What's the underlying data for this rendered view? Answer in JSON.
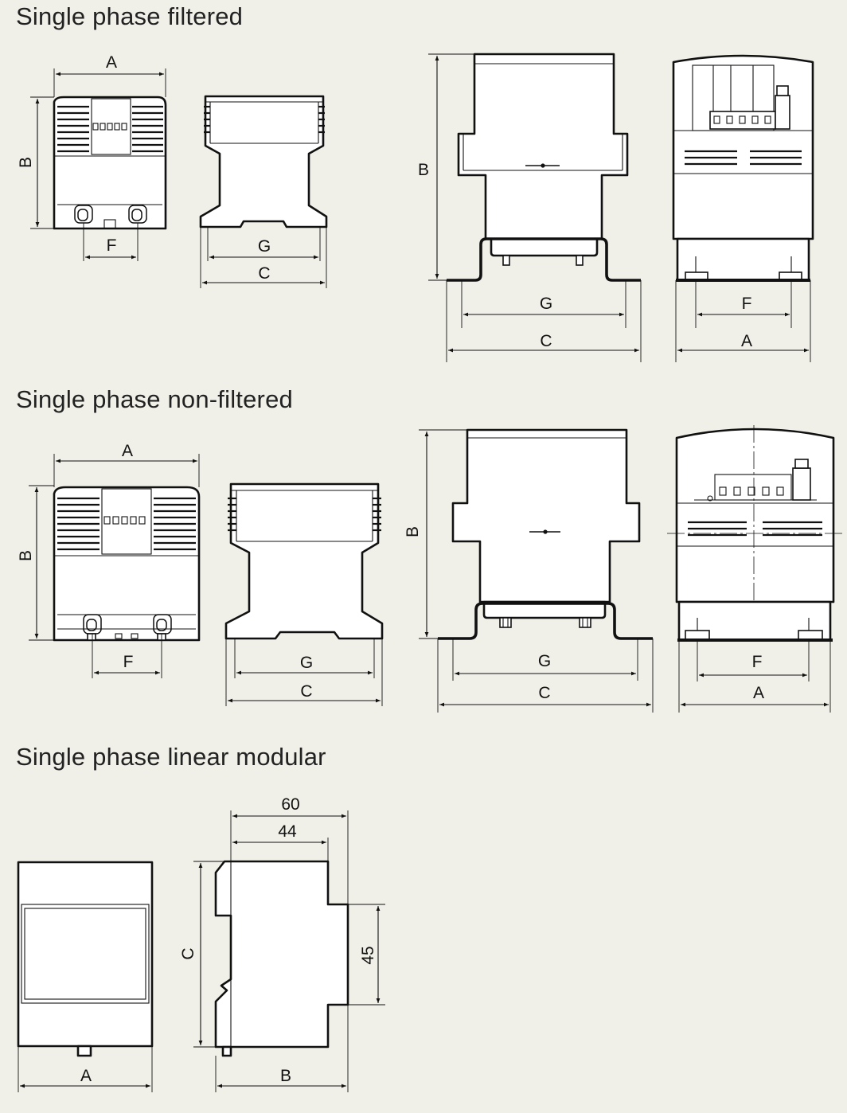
{
  "sections": [
    {
      "title": "Single phase filtered"
    },
    {
      "title": "Single phase non-filtered"
    },
    {
      "title": "Single phase linear modular"
    }
  ],
  "dimensions": {
    "filtered": {
      "small_front": {
        "width": "A",
        "height": "B",
        "hole_spacing": "F"
      },
      "small_side": {
        "inner": "G",
        "outer": "C"
      },
      "large_side": {
        "height": "B",
        "inner": "G",
        "outer": "C"
      },
      "large_front": {
        "hole_spacing": "F",
        "width": "A"
      }
    },
    "non_filtered": {
      "small_front": {
        "width": "A",
        "height": "B",
        "hole_spacing": "F"
      },
      "small_side": {
        "inner": "G",
        "outer": "C"
      },
      "large_side": {
        "height": "B",
        "inner": "G",
        "outer": "C"
      },
      "large_front": {
        "hole_spacing": "F",
        "width": "A"
      }
    },
    "modular": {
      "front_width": "A",
      "side_depth_total": "60",
      "side_depth_front": "44",
      "side_height": "C",
      "side_module_height": "45",
      "side_base": "B"
    }
  }
}
